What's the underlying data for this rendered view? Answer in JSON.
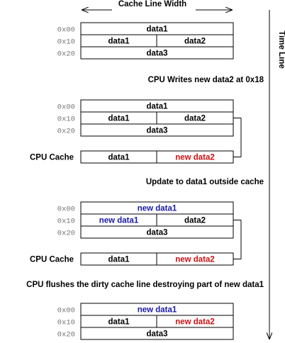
{
  "labels": {
    "cache_line_width": "Cache Line Width",
    "time_line": "Time Line",
    "cpu_cache": "CPU Cache"
  },
  "addresses": [
    "0x00",
    "0x10",
    "0x20"
  ],
  "colors": {
    "normal": "#000000",
    "new": "#1a1aa6",
    "dirty": "#cc1111"
  },
  "stages": [
    {
      "caption": "",
      "memory": {
        "row0": {
          "text": "data1",
          "color": "normal"
        },
        "row1_left": {
          "text": "data1",
          "color": "normal"
        },
        "row1_right": {
          "text": "data2",
          "color": "normal"
        },
        "row2": {
          "text": "data3",
          "color": "normal"
        }
      }
    },
    {
      "caption": "CPU Writes new data2 at 0x18",
      "memory": {
        "row0": {
          "text": "data1",
          "color": "normal"
        },
        "row1_left": {
          "text": "data1",
          "color": "normal"
        },
        "row1_right": {
          "text": "data2",
          "color": "normal"
        },
        "row2": {
          "text": "data3",
          "color": "normal"
        }
      },
      "cache": {
        "left": {
          "text": "data1",
          "color": "normal"
        },
        "right": {
          "text": "new data2",
          "color": "dirty"
        }
      }
    },
    {
      "caption": "Update to data1 outside cache",
      "memory": {
        "row0": {
          "text": "new data1",
          "color": "new"
        },
        "row1_left": {
          "text": "new data1",
          "color": "new"
        },
        "row1_right": {
          "text": "data2",
          "color": "normal"
        },
        "row2": {
          "text": "data3",
          "color": "normal"
        }
      },
      "cache": {
        "left": {
          "text": "data1",
          "color": "normal"
        },
        "right": {
          "text": "new data2",
          "color": "dirty"
        }
      }
    },
    {
      "caption": "CPU flushes the dirty cache line destroying part of new data1",
      "memory": {
        "row0": {
          "text": "new data1",
          "color": "new"
        },
        "row1_left": {
          "text": "data1",
          "color": "normal"
        },
        "row1_right": {
          "text": "new data2",
          "color": "dirty"
        },
        "row2": {
          "text": "data3",
          "color": "normal"
        }
      }
    }
  ]
}
